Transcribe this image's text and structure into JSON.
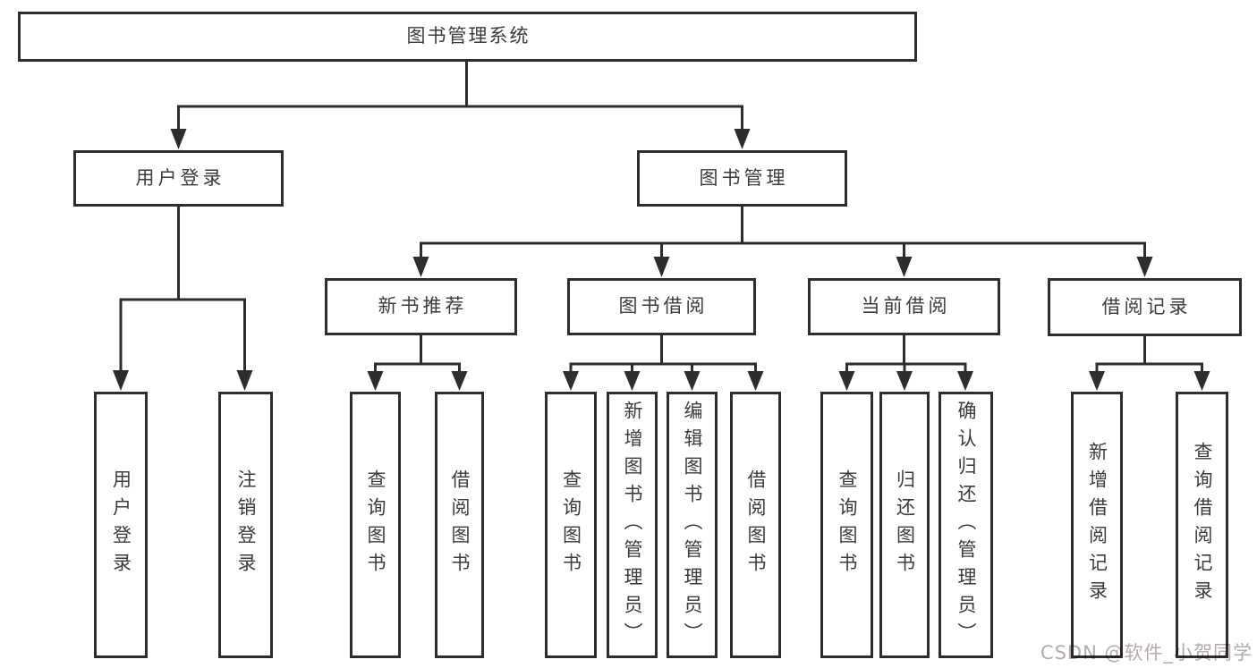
{
  "page": {
    "background": "#ffffff"
  },
  "colors": {
    "line": "#2d2d2d",
    "node_border": "#2d2d2d",
    "node_fill": "#ffffff",
    "text": "#3b3b3b",
    "watermark": "#b4abaa"
  },
  "watermark": {
    "text": "CSDN @软件_小贺同学"
  },
  "tree": {
    "root": {
      "label": "图书管理系统"
    },
    "user_login": {
      "label": "用户登录",
      "children": {
        "login": {
          "label": "用户登录"
        },
        "logout": {
          "label": "注销登录"
        }
      }
    },
    "book_management": {
      "label": "图书管理",
      "children": {
        "new_book_recommend": {
          "label": "新书推荐",
          "children": {
            "query_book": {
              "label": "查询图书"
            },
            "borrow_book": {
              "label": "借阅图书"
            }
          }
        },
        "book_borrowing": {
          "label": "图书借阅",
          "children": {
            "query_book": {
              "label": "查询图书"
            },
            "add_book": {
              "label": "新增图书（管理员）"
            },
            "edit_book": {
              "label": "编辑图书（管理员）"
            },
            "borrow_book": {
              "label": "借阅图书"
            }
          }
        },
        "current_borrowing": {
          "label": "当前借阅",
          "children": {
            "query_book": {
              "label": "查询图书"
            },
            "return_book": {
              "label": "归还图书"
            },
            "confirm_return": {
              "label": "确认归还（管理员）"
            }
          }
        },
        "borrowing_records": {
          "label": "借阅记录",
          "children": {
            "add_record": {
              "label": "新增借阅记录"
            },
            "query_record": {
              "label": "查询借阅记录"
            }
          }
        }
      }
    }
  }
}
